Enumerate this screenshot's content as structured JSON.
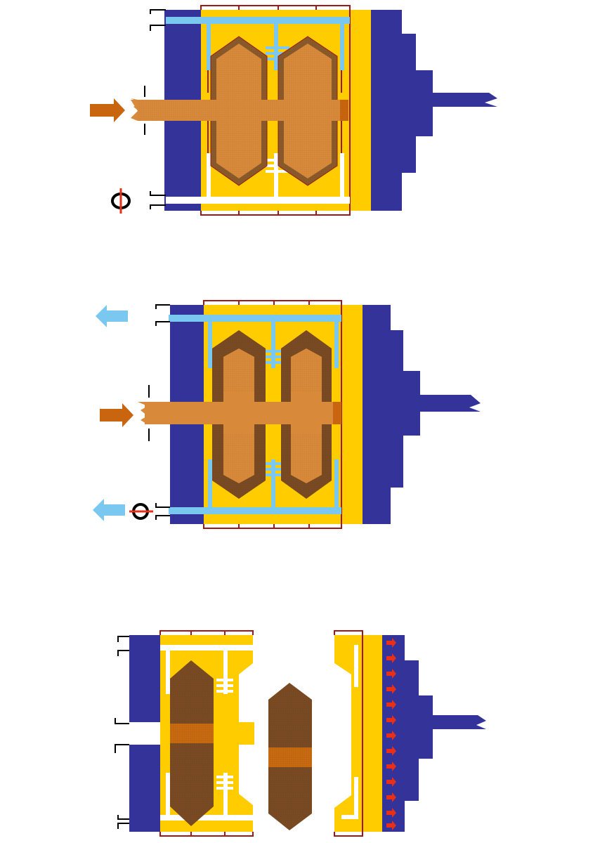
{
  "diagram": {
    "stages": [
      {
        "id": "stage-1",
        "feed_arrow": "in",
        "drain_arrows": [],
        "valve": "closed"
      },
      {
        "id": "stage-2",
        "feed_arrow": "in",
        "drain_arrows": [
          "out-top",
          "out-bottom"
        ],
        "valve": "closed"
      },
      {
        "id": "stage-3",
        "feed_arrow": "none",
        "drain_arrows": [],
        "valve": "none",
        "state": "opened-with-cake-discharge"
      }
    ],
    "colors": {
      "plate_navy": "#33339a",
      "frame_yellow": "#ffcc00",
      "slurry_orange": "#d88a3a",
      "cake_brown": "#7a4a22",
      "cake_band": "#c86a10",
      "filtrate_blue": "#7ac8f0",
      "frame_red": "#a01818",
      "feed_arrow": "#c8650e",
      "pressure_red": "#e83018"
    },
    "icons": [
      "feed-arrow-icon",
      "drain-arrow-icon",
      "valve-icon",
      "pressure-arrow-icon"
    ]
  }
}
